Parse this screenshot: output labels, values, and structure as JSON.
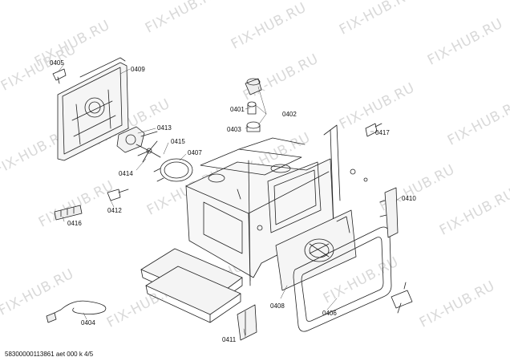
{
  "watermark": {
    "text": "FIX-HUB.RU"
  },
  "labels": {
    "p0405": "0405",
    "p0409": "0409",
    "p0413": "0413",
    "p0415": "0415",
    "p0407": "0407",
    "p0414": "0414",
    "p0412": "0412",
    "p0416": "0416",
    "p0401": "0401",
    "p0402": "0402",
    "p0403": "0403",
    "p0417": "0417",
    "p0410": "0410",
    "p0408": "0408",
    "p0406": "0406",
    "p0411": "0411",
    "p0404": "0404"
  },
  "footer": "58300000113861 aet 000 k 4/5"
}
